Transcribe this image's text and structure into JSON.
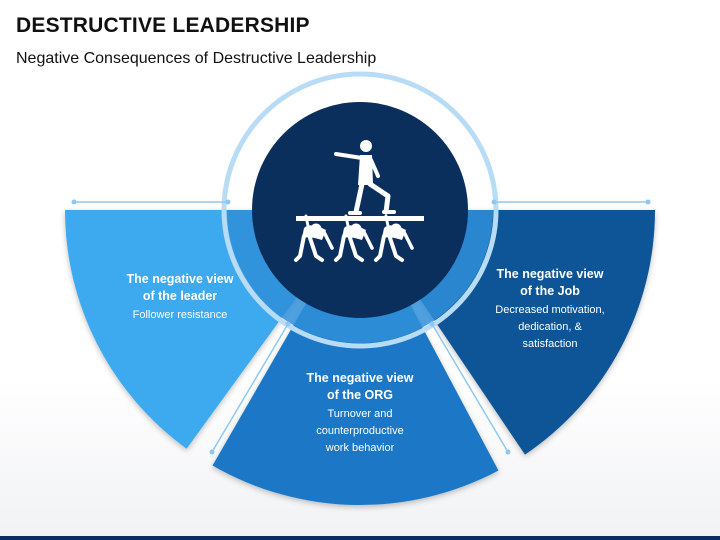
{
  "header": {
    "title": "DESTRUCTIVE LEADERSHIP",
    "subtitle": "Negative Consequences of Destructive Leadership"
  },
  "segments": [
    {
      "id": "leader",
      "heading_lines": [
        "The negative view",
        "of the leader"
      ],
      "body_lines": [
        "Follower resistance"
      ],
      "color": "#3ea9ee"
    },
    {
      "id": "org",
      "heading_lines": [
        "The negative view",
        "of the ORG"
      ],
      "body_lines": [
        "Turnover and",
        "counterproductive",
        "work behavior"
      ],
      "color": "#1a78c7"
    },
    {
      "id": "job",
      "heading_lines": [
        "The negative view",
        "of the Job"
      ],
      "body_lines": [
        "Decreased motivation,",
        "dedication, &",
        "satisfaction"
      ],
      "color": "#0c5497"
    }
  ],
  "colors": {
    "center_circle": "#0b2f5c",
    "ring_inner": "#2f8fd8",
    "ring_outer": "#b9dcf6",
    "accent_line": "#8ec8f2"
  },
  "icons": {
    "center": "leader-standing-on-people-icon"
  }
}
